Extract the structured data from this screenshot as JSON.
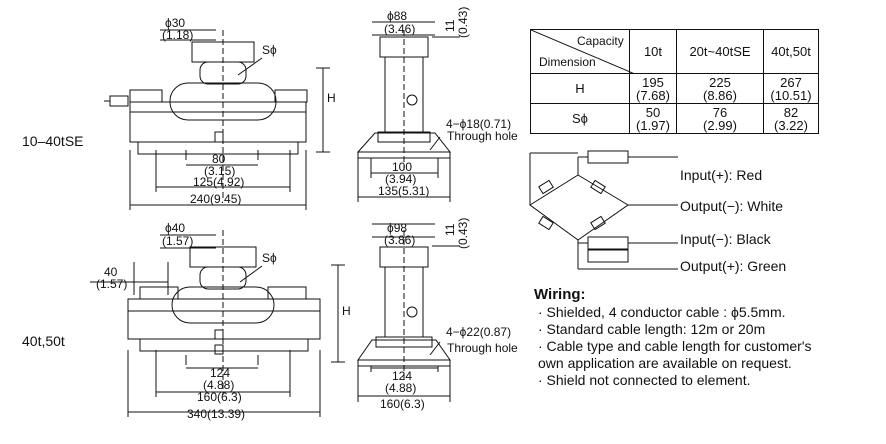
{
  "models": {
    "top": "10–40tSE",
    "bottom": "40t,50t"
  },
  "top_dims": {
    "pin_dia": "ϕ30",
    "pin_dia_in": "(1.18)",
    "s_phi": "Sϕ",
    "h": "H",
    "d80": "80",
    "d80_in": "(3.15)",
    "d125": "125(4.92)",
    "d240": "240(9.45)",
    "side_top": "ϕ88",
    "side_top_in": "(3.46)",
    "side_11": "11",
    "side_11_in": "(0.43)",
    "hole": "4−ϕ18(0.71)",
    "through": "Through hole",
    "d100": "100",
    "d100_in": "(3.94)",
    "d135": "135(5.31)"
  },
  "bottom_dims": {
    "pin_dia": "ϕ40",
    "pin_dia_in": "(1.57)",
    "s_phi": "Sϕ",
    "h": "H",
    "d40": "40",
    "d40_in": "(1.57)",
    "d124": "124",
    "d124_in": "(4.88)",
    "d160": "160(6.3)",
    "d340": "340(13.39)",
    "side_top": "ϕ98",
    "side_top_in": "(3.86)",
    "side_11": "11",
    "side_11_in": "(0.43)",
    "hole": "4−ϕ22(0.87)",
    "through": "Through hole",
    "s124": "124",
    "s124_in": "(4.88)",
    "s160": "160(6.3)"
  },
  "table": {
    "capacity": "Capacity",
    "dimension": "Dimension",
    "cols": [
      "10t",
      "20t~40tSE",
      "40t,50t"
    ],
    "rows": [
      {
        "label": "H",
        "vals": [
          "195",
          "225",
          "267"
        ],
        "ins": [
          "(7.68)",
          "(8.86)",
          "(10.51)"
        ]
      },
      {
        "label": "Sϕ",
        "vals": [
          "50",
          "76",
          "82"
        ],
        "ins": [
          "(1.97)",
          "(2.99)",
          "(3.22)"
        ]
      }
    ]
  },
  "wiring_labels": {
    "in_pos": "Input(+): Red",
    "out_neg": "Output(−): White",
    "in_neg": "Input(−): Black",
    "out_pos": "Output(+): Green"
  },
  "wiring": {
    "title": "Wiring:",
    "items": [
      "· Shielded, 4 conductor cable : ϕ5.5mm.",
      "· Standard cable length: 12m or 20m",
      "· Cable type and cable length for customer's",
      "  own application are available on request.",
      "· Shield not connected to element."
    ]
  }
}
